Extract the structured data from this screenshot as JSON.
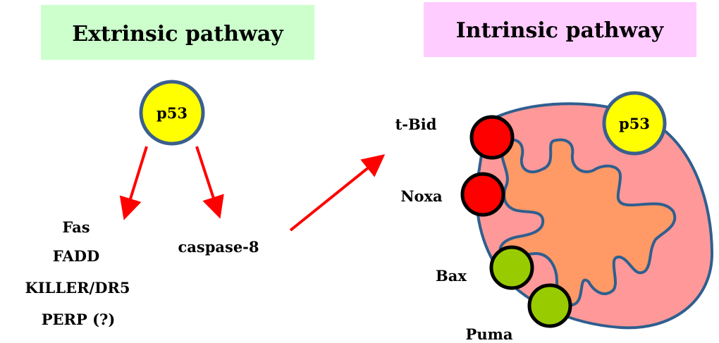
{
  "colors": {
    "extrinsic_header_bg": "#ccffcc",
    "intrinsic_header_bg": "#ffccff",
    "p53_fill": "#ffff00",
    "p53_stroke": "#3a5f8f",
    "arrow": "#ff0000",
    "mito_outer": "#ff9999",
    "mito_inner": "#ff9966",
    "mito_stroke": "#2f5f8f",
    "pro_apoptotic_red": "#ff0000",
    "pro_apoptotic_green": "#99cc00",
    "protein_stroke": "#000000"
  },
  "extrinsic": {
    "title": "Extrinsic pathway",
    "p53_label": "p53",
    "targets": [
      "Fas",
      "FADD",
      "KILLER/DR5",
      "PERP (?)"
    ],
    "caspase_label": "caspase-8"
  },
  "intrinsic": {
    "title": "Intrinsic pathway",
    "p53_label": "p53",
    "proteins": [
      {
        "name": "t-Bid",
        "color": "red"
      },
      {
        "name": "Noxa",
        "color": "red"
      },
      {
        "name": "Bax",
        "color": "green"
      },
      {
        "name": "Puma",
        "color": "green"
      }
    ]
  }
}
